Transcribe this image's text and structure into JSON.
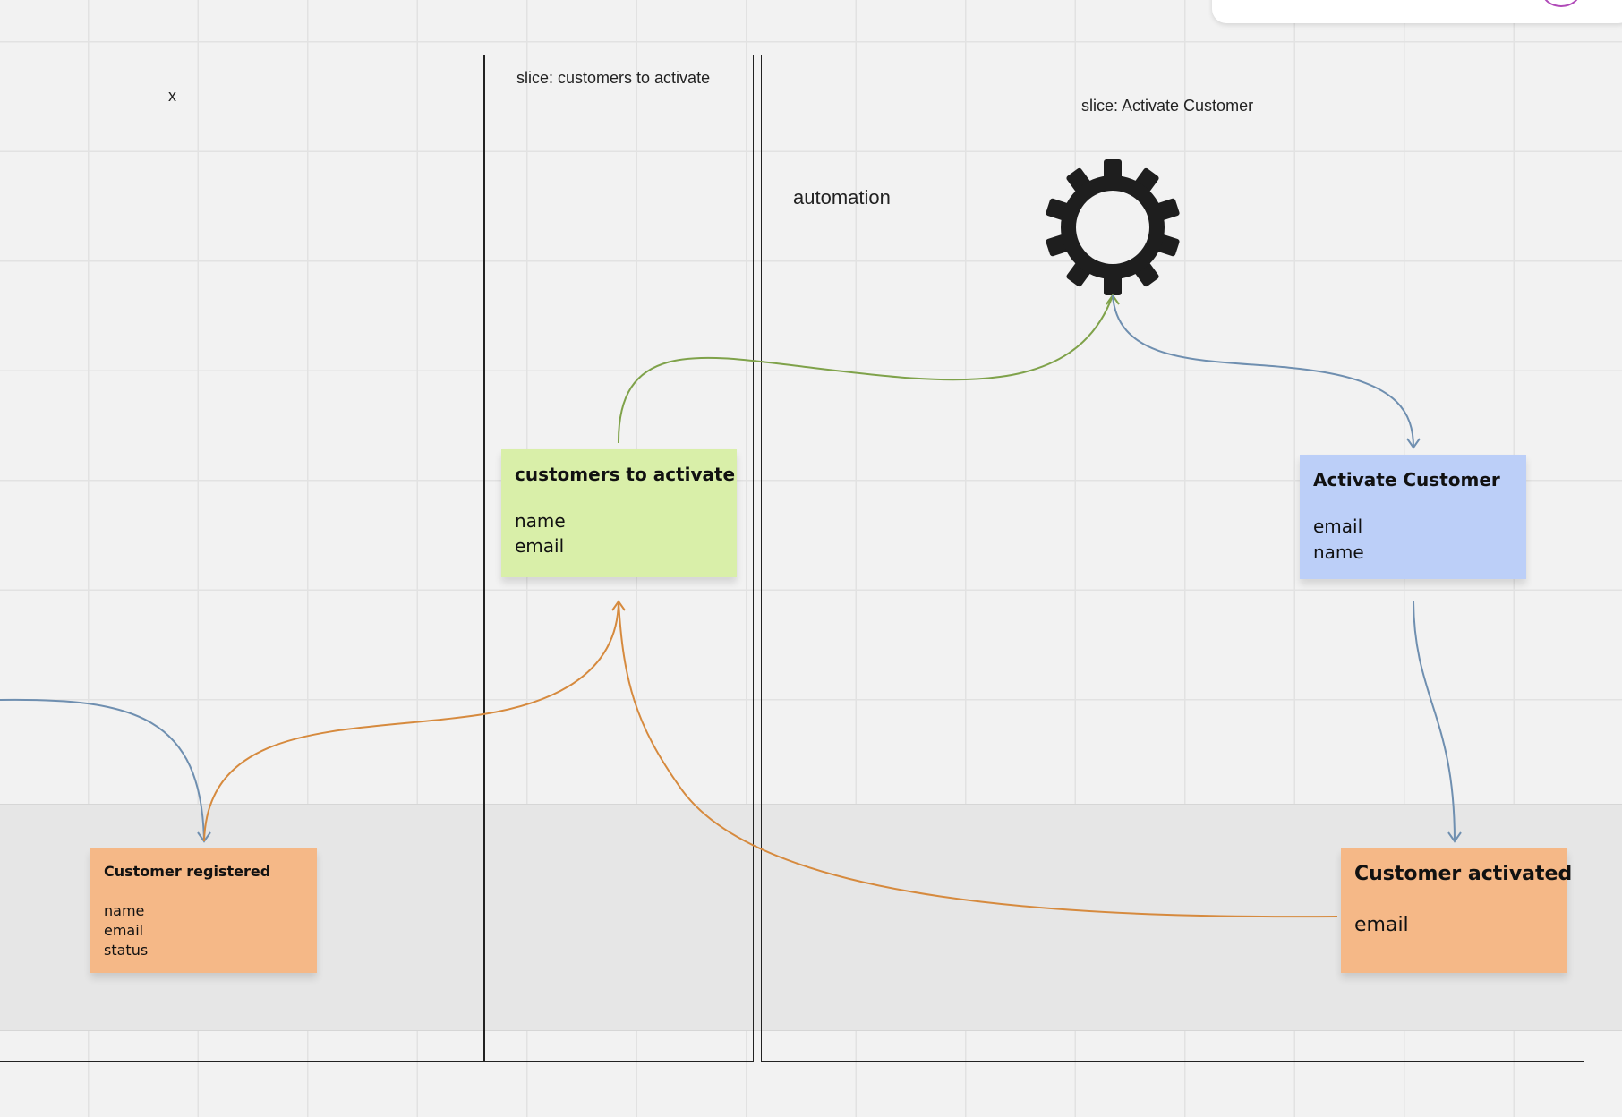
{
  "frames": {
    "left": {
      "title": "x"
    },
    "middle": {
      "title": "slice: customers to activate"
    },
    "right": {
      "title": "slice: Activate Customer"
    }
  },
  "canvas_labels": {
    "automation": "automation"
  },
  "icons": {
    "automation": "gear-icon"
  },
  "stickies": {
    "read_model": {
      "title": "customers to activate",
      "fields": [
        "name",
        "email"
      ],
      "color": "#d9efa9"
    },
    "command": {
      "title": "Activate Customer",
      "fields": [
        "email",
        "name"
      ],
      "color": "#bccff8"
    },
    "event_registered": {
      "title": "Customer registered",
      "fields": [
        "name",
        "email",
        "status"
      ],
      "color": "#f5b887"
    },
    "event_activated": {
      "title": "Customer activated",
      "fields": [
        "email"
      ],
      "color": "#f5b887"
    }
  },
  "colors": {
    "arrow_blue": "#6f8fb0",
    "arrow_orange": "#d68a3e",
    "arrow_green": "#7fa24a",
    "frame_border": "#222222"
  }
}
